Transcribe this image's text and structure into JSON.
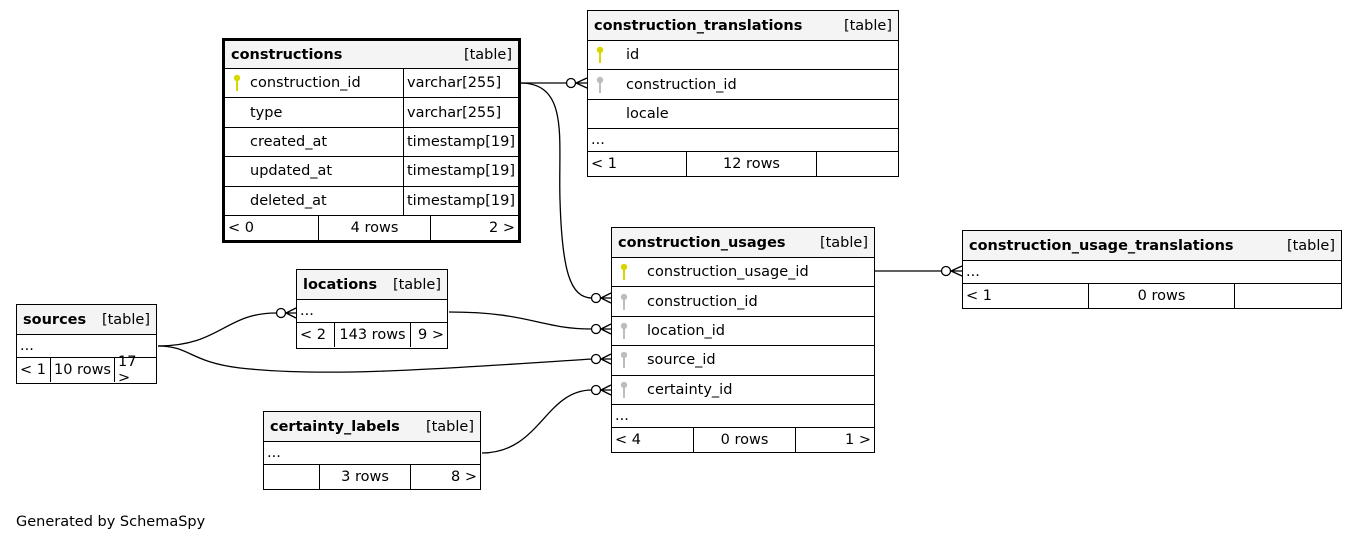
{
  "footer": {
    "generated_by": "Generated by SchemaSpy"
  },
  "colors": {
    "primary_key": "#d8d800",
    "foreign_key": "#bdbdbd",
    "header_bg": "#f4f4f4"
  },
  "tables": {
    "constructions": {
      "name": "constructions",
      "tag": "[table]",
      "columns": [
        {
          "name": "construction_id",
          "type": "varchar[255]",
          "key": "primary"
        },
        {
          "name": "type",
          "type": "varchar[255]",
          "key": ""
        },
        {
          "name": "created_at",
          "type": "timestamp[19]",
          "key": ""
        },
        {
          "name": "updated_at",
          "type": "timestamp[19]",
          "key": ""
        },
        {
          "name": "deleted_at",
          "type": "timestamp[19]",
          "key": ""
        }
      ],
      "footer": {
        "parents": "< 0",
        "rows": "4 rows",
        "children": "2 >"
      }
    },
    "construction_translations": {
      "name": "construction_translations",
      "tag": "[table]",
      "columns": [
        {
          "name": "id",
          "key": "primary"
        },
        {
          "name": "construction_id",
          "key": "foreign"
        },
        {
          "name": "locale",
          "key": ""
        }
      ],
      "more": "...",
      "footer": {
        "parents": "< 1",
        "rows": "12 rows",
        "children": ""
      }
    },
    "construction_usages": {
      "name": "construction_usages",
      "tag": "[table]",
      "columns": [
        {
          "name": "construction_usage_id",
          "key": "primary"
        },
        {
          "name": "construction_id",
          "key": "foreign"
        },
        {
          "name": "location_id",
          "key": "foreign"
        },
        {
          "name": "source_id",
          "key": "foreign"
        },
        {
          "name": "certainty_id",
          "key": "foreign"
        }
      ],
      "more": "...",
      "footer": {
        "parents": "< 4",
        "rows": "0 rows",
        "children": "1 >"
      }
    },
    "construction_usage_translations": {
      "name": "construction_usage_translations",
      "tag": "[table]",
      "more": "...",
      "footer": {
        "parents": "< 1",
        "rows": "0 rows",
        "children": ""
      }
    },
    "locations": {
      "name": "locations",
      "tag": "[table]",
      "more": "...",
      "footer": {
        "parents": "< 2",
        "rows": "143 rows",
        "children": "9 >"
      }
    },
    "sources": {
      "name": "sources",
      "tag": "[table]",
      "more": "...",
      "footer": {
        "parents": "< 1",
        "rows": "10 rows",
        "children": "17 >"
      }
    },
    "certainty_labels": {
      "name": "certainty_labels",
      "tag": "[table]",
      "more": "...",
      "footer": {
        "parents": "",
        "rows": "3 rows",
        "children": "8 >"
      }
    }
  }
}
